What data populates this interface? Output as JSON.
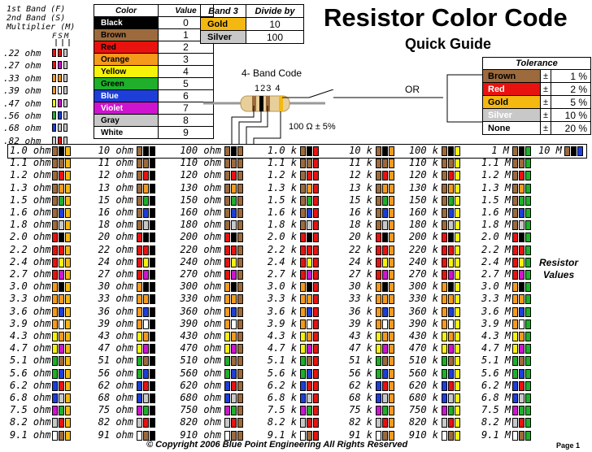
{
  "band_legend": {
    "lines": [
      "1st Band (F)",
      "2nd Band (S)",
      "Multiplier (M)"
    ],
    "letters": "FSM"
  },
  "left_column": [
    "​.22 ohm",
    ".27 ohm",
    ".33 ohm",
    ".39 ohm",
    ".47 ohm",
    ".56 ohm",
    ".68 ohm",
    ".82 ohm"
  ],
  "left_column_values": [
    ".22 ohm",
    ".27 ohm",
    ".33 ohm",
    ".39 ohm",
    ".47 ohm",
    ".56 ohm",
    ".68 ohm",
    ".82 ohm"
  ],
  "left_column_bands": [
    [
      "red",
      "red",
      "silver"
    ],
    [
      "red",
      "violet",
      "silver"
    ],
    [
      "orange",
      "orange",
      "silver"
    ],
    [
      "orange",
      "white",
      "silver"
    ],
    [
      "yellow",
      "violet",
      "silver"
    ],
    [
      "green",
      "blue",
      "silver"
    ],
    [
      "blue",
      "gray",
      "silver"
    ],
    [
      "gray",
      "red",
      "silver"
    ]
  ],
  "color_table": {
    "headers": [
      "Color",
      "Value"
    ],
    "rows": [
      {
        "name": "Black",
        "value": "0",
        "bg": "#000000",
        "fg": "#ffffff"
      },
      {
        "name": "Brown",
        "value": "1",
        "bg": "#9c6a3c",
        "fg": "#000000"
      },
      {
        "name": "Red",
        "value": "2",
        "bg": "#e8120f",
        "fg": "#000000"
      },
      {
        "name": "Orange",
        "value": "3",
        "bg": "#f69a1c",
        "fg": "#000000"
      },
      {
        "name": "Yellow",
        "value": "4",
        "bg": "#f7f20a",
        "fg": "#000000"
      },
      {
        "name": "Green",
        "value": "5",
        "bg": "#1faf2a",
        "fg": "#000000"
      },
      {
        "name": "Blue",
        "value": "6",
        "bg": "#1d3fd8",
        "fg": "#ffffff"
      },
      {
        "name": "Violet",
        "value": "7",
        "bg": "#cf14cf",
        "fg": "#ffffff"
      },
      {
        "name": "Gray",
        "value": "8",
        "bg": "#c8c8c8",
        "fg": "#000000"
      },
      {
        "name": "White",
        "value": "9",
        "bg": "#ffffff",
        "fg": "#000000"
      }
    ]
  },
  "band3_table": {
    "headers": [
      "Band 3",
      "Divide by"
    ],
    "rows": [
      {
        "name": "Gold",
        "value": "10",
        "bg": "#f5b811"
      },
      {
        "name": "Silver",
        "value": "100",
        "bg": "#c8c8c8"
      }
    ]
  },
  "title": "Resistor Color Code",
  "subtitle": "Quick Guide",
  "band_code": {
    "label": "4- Band Code",
    "numbers": "123  4",
    "or": "OR",
    "example": "100 Ω ± 5%"
  },
  "tolerance_table": {
    "header": "Tolerance",
    "rows": [
      {
        "name": "Brown",
        "sym": "±",
        "pct": "1 %",
        "bg": "#9c6a3c",
        "fg": "#000000"
      },
      {
        "name": "Red",
        "sym": "±",
        "pct": "2 %",
        "bg": "#e8120f",
        "fg": "#ffffff"
      },
      {
        "name": "Gold",
        "sym": "±",
        "pct": "5 %",
        "bg": "#f5b811",
        "fg": "#000000"
      },
      {
        "name": "Silver",
        "sym": "±",
        "pct": "10 %",
        "bg": "#c8c8c8",
        "fg": "#ffffff"
      },
      {
        "name": "None",
        "sym": "±",
        "pct": "20 %",
        "bg": "#ffffff",
        "fg": "#000000"
      }
    ]
  },
  "grid": {
    "bases": [
      "1.0",
      "1.1",
      "1.2",
      "1.3",
      "1.5",
      "1.6",
      "1.8",
      "2.0",
      "2.2",
      "2.4",
      "2.7",
      "3.0",
      "3.3",
      "3.6",
      "3.9",
      "4.3",
      "4.7",
      "5.1",
      "5.6",
      "6.2",
      "6.8",
      "7.5",
      "8.2",
      "9.1"
    ],
    "col_multipliers": [
      "gold",
      "black",
      "brown",
      "red",
      "orange",
      "yellow",
      "green"
    ],
    "top_extra": {
      "value": "10 M",
      "bands": [
        "brown",
        "black",
        "blue"
      ]
    },
    "columns": [
      [
        " 1.0 ohm",
        "1.1 ohm",
        "1.2 ohm",
        "1.3 ohm",
        "1.5 ohm",
        "1.6 ohm",
        "1.8 ohm",
        "2.0 ohm",
        "2.2 ohm",
        "2.4 ohm",
        "2.7 ohm",
        "3.0 ohm",
        "3.3 ohm",
        "3.6 ohm",
        "3.9 ohm",
        "4.3 ohm",
        "4.7 ohm",
        "5.1 ohm",
        "5.6 ohm",
        "6.2 ohm",
        "6.8 ohm",
        "7.5 ohm",
        "8.2 ohm",
        "9.1 ohm"
      ],
      [
        "10 ohm",
        "11 ohm",
        "12 ohm",
        "13 ohm",
        "15 ohm",
        "16 ohm",
        "18 ohm",
        "20 ohm",
        "22 ohm",
        "24 ohm",
        "27 ohm",
        "30 ohm",
        "33 ohm",
        "36 ohm",
        "39 ohm",
        "43 ohm",
        "47 ohm",
        "51 ohm",
        "56 ohm",
        "62 ohm",
        "68 ohm",
        "75 ohm",
        "82 ohm",
        "91 ohm"
      ],
      [
        "100 ohm",
        "110 ohm",
        "120 ohm",
        "130 ohm",
        "150 ohm",
        "160 ohm",
        "180 ohm",
        "200 ohm",
        "220 ohm",
        "240 ohm",
        "270 ohm",
        "300 ohm",
        "330 ohm",
        "360 ohm",
        "390 ohm",
        "430 ohm",
        "470 ohm",
        "510 ohm",
        "560 ohm",
        "620 ohm",
        "680 ohm",
        "750 ohm",
        "820 ohm",
        "910 ohm"
      ],
      [
        "1.0 k",
        "1.1 k",
        "1.2 k",
        "1.3 k",
        "1.5 k",
        "1.6 k",
        "1.8 k",
        "2.0 k",
        "2.2 k",
        "2.4 k",
        "2.7 k",
        "3.0 k",
        "3.3 k",
        "3.6 k",
        "3.9 k",
        "4.3 k",
        "4.7 k",
        "5.1 k",
        "5.6 k",
        "6.2 k",
        "6.8 k",
        "7.5 k",
        "8.2 k",
        "9.1 k"
      ],
      [
        "10 k",
        "11 k",
        "12 k",
        "13 k",
        "15 k",
        "16 k",
        "18 k",
        "20 k",
        "22 k",
        "24 k",
        "27 k",
        "30 k",
        "33 k",
        "36 k",
        "39 k",
        "43 k",
        "47 k",
        "51 k",
        "56 k",
        "62 k",
        "68 k",
        "75 k",
        "82 k",
        "91 k"
      ],
      [
        "100 k",
        "110 k",
        "120 k",
        "130 k",
        "150 k",
        "160 k",
        "180 k",
        "200 k",
        "220 k",
        "240 k",
        "270 k",
        "300 k",
        "330 k",
        "360 k",
        "390 k",
        "430 k",
        "470 k",
        "510 k",
        "560 k",
        "620 k",
        "680 k",
        "750 k",
        "820 k",
        "910 k"
      ],
      [
        "1 M",
        "1.1 M",
        "1.2 M",
        "1.3 M",
        "1.5 M",
        "1.6 M",
        "1.8 M",
        "2.0 M",
        "2.2 M",
        "2.4 M",
        "2.7 M",
        "3.0 M",
        "3.3 M",
        "3.6 M",
        "3.9 M",
        "4.3 M",
        "4.7 M",
        "5.1 M",
        "5.6 M",
        "6.2 M",
        "6.8 M",
        "7.5 M",
        "8.2 M",
        "9.1 M"
      ]
    ]
  },
  "side_label": [
    "Resistor",
    "Values"
  ],
  "footer": "© Copyright  2006 Blue Point Engineering       All Rights Reserved",
  "page": "Page 1",
  "colors": {
    "black": "#000000",
    "brown": "#9c6a3c",
    "red": "#e8120f",
    "orange": "#f69a1c",
    "yellow": "#f7f20a",
    "green": "#1faf2a",
    "blue": "#1d3fd8",
    "violet": "#cf14cf",
    "gray": "#c8c8c8",
    "white": "#ffffff",
    "gold": "#f5b811",
    "silver": "#c8c8c8"
  }
}
